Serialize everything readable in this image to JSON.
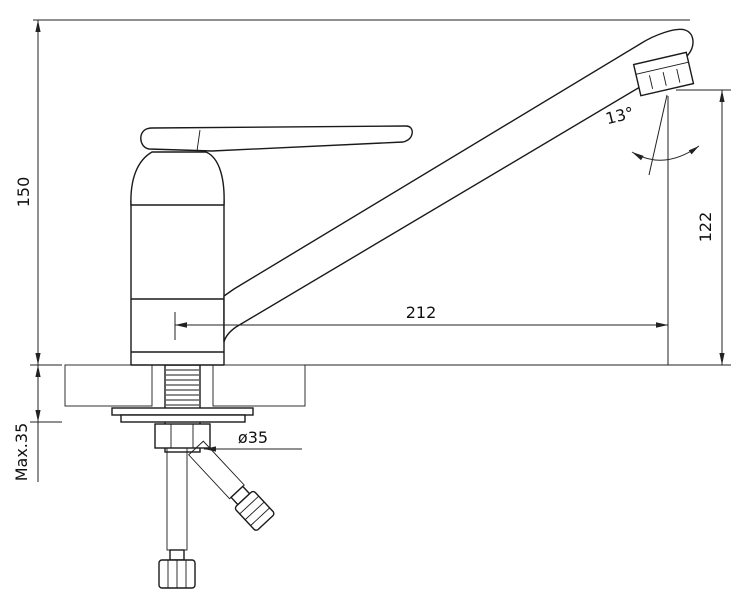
{
  "drawing": {
    "type": "faucet-installation-technical-drawing",
    "dimensions": {
      "total_height": "150",
      "spout_outlet_height": "122",
      "spout_reach": "212",
      "spout_angle": "13°",
      "hole_diameter": "ø35",
      "max_mounting_thickness": "Max.35"
    },
    "colors": {
      "line": "#1a1a1a",
      "dimension_line": "#222222",
      "background": "#ffffff"
    }
  }
}
